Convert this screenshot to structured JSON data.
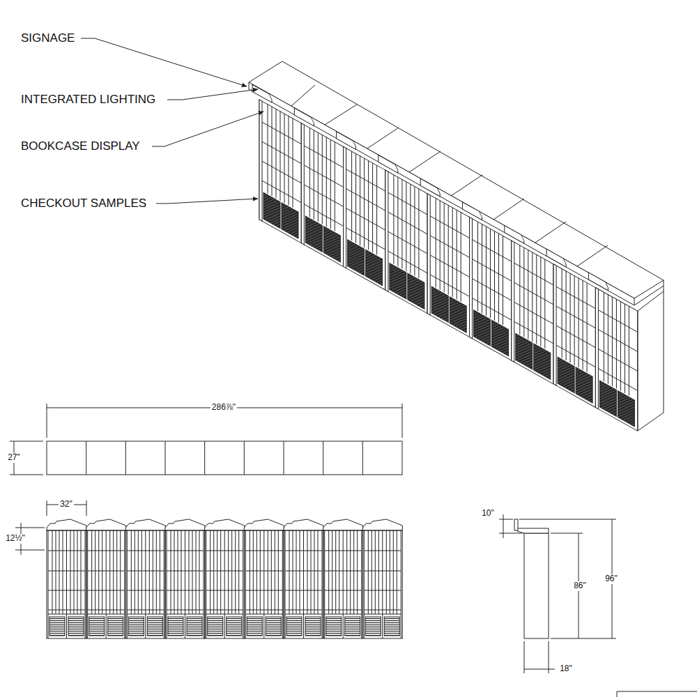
{
  "diagram": {
    "labels": [
      "SIGNAGE",
      "INTEGRATED LIGHTING",
      "BOOKCASE DISPLAY",
      "CHECKOUT SAMPLES",
      "286⅞\"",
      "27\"",
      "32\"",
      "12½\"",
      "10\"",
      "96\"",
      "86\"",
      "18\""
    ]
  }
}
